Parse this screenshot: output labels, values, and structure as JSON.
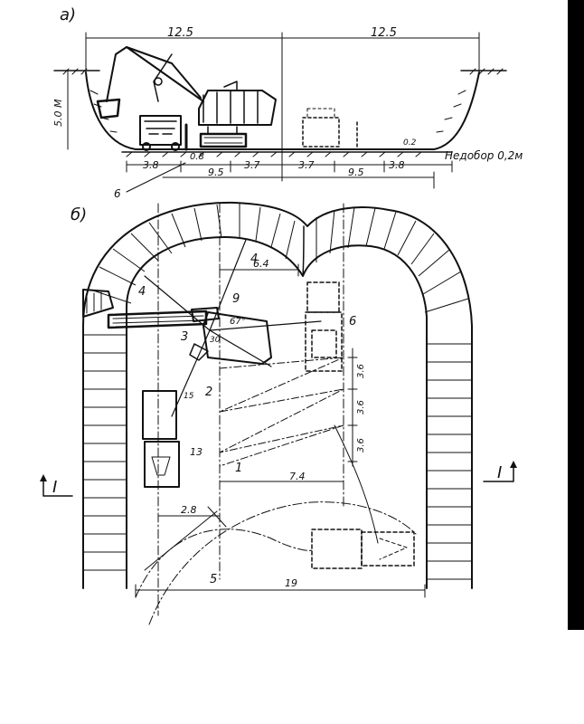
{
  "panel_labels": {
    "top": "а)",
    "bottom": "б)"
  },
  "section_view": {
    "top_dimensions": [
      "12.5",
      "12.5"
    ],
    "bottom_dimensions": [
      "3.8",
      "3.7",
      "3.7",
      "3.8"
    ],
    "width_dimensions": [
      "9.5",
      "9.5"
    ],
    "depth_label": "5.0 М",
    "underdig_label": "Недобор 0,2м",
    "small_dim_a": "0.8",
    "small_dim_b": "0.2",
    "item_label": "6"
  },
  "plan_view": {
    "labels": {
      "n1": "1",
      "n2": "2",
      "n3": "3",
      "n4a": "4",
      "n4b": "4",
      "n5": "5",
      "n6": "6",
      "n9": "9",
      "n13": "13",
      "section_left": "I",
      "section_right": "I"
    },
    "dimensions": {
      "d64": "6.4",
      "d74": "7.4",
      "d28": "2.8",
      "d19": "19",
      "angle": "67°",
      "radius_a": "15",
      "radius_b": "30",
      "step_a": "3.6",
      "step_b": "3.6",
      "step_c": "3.6"
    }
  }
}
